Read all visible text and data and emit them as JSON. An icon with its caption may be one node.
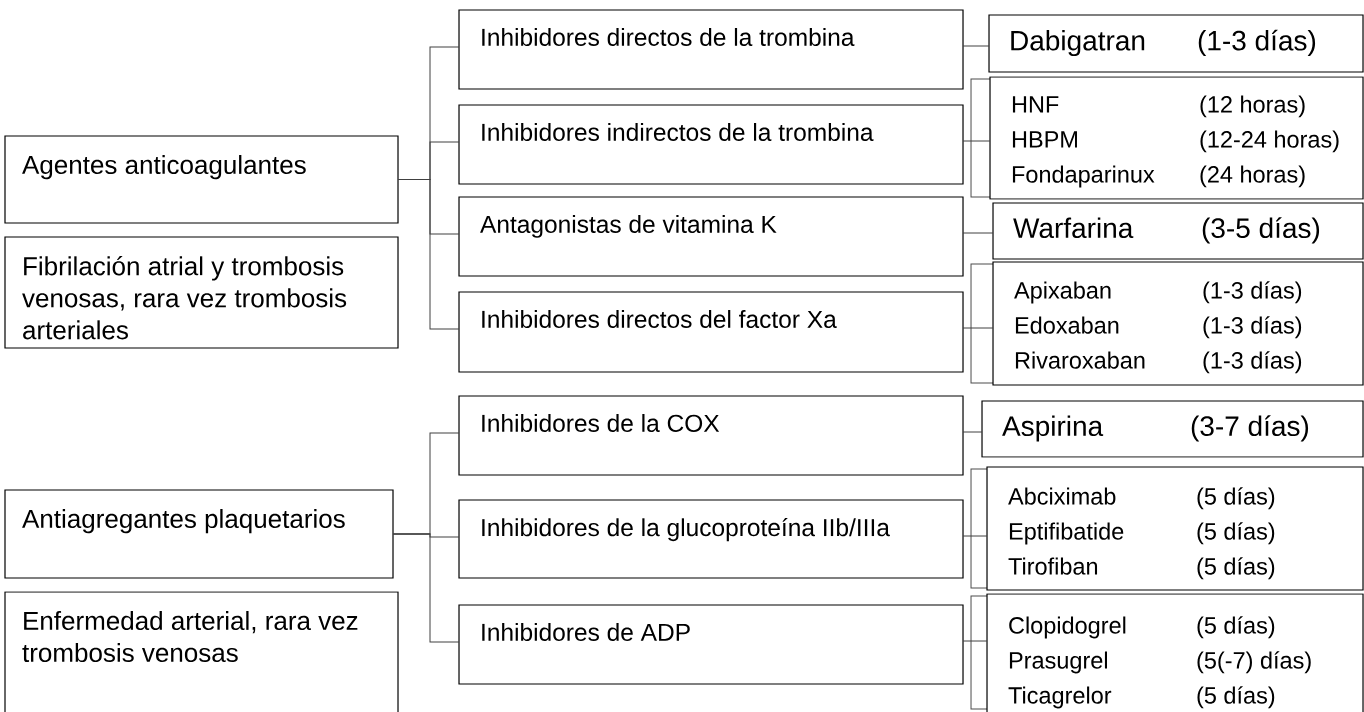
{
  "diagram": {
    "nodes": [
      {
        "text": [
          "Agentes anticoagulantes"
        ]
      },
      {
        "text": [
          "Fibrilación atrial y trombosis venosas, rara vez trombosis arteriales"
        ]
      },
      {
        "text": [
          "Inhibidores directos de la trombina"
        ]
      },
      {
        "text": [
          "Inhibidores indirectos de la trombina"
        ]
      },
      {
        "text": [
          "Antagonistas de vitamina K"
        ]
      },
      {
        "text": [
          "Inhibidores directos del factor Xa"
        ]
      },
      {
        "text": [
          "Dabigatran",
          "(1-3 días)"
        ]
      },
      {
        "text": [
          "HNF",
          "(12 horas)",
          "HBPM",
          "(12-24 horas)",
          "Fondaparinux",
          "(24 horas)"
        ]
      },
      {
        "text": [
          "Warfarina",
          "(3-5 días)"
        ]
      },
      {
        "text": [
          "Apixaban",
          "(1-3 días)",
          "Edoxaban",
          "(1-3 días)",
          "Rivaroxaban",
          "(1-3 días)"
        ]
      },
      {
        "text": [
          "Antiagregantes plaquetarios"
        ]
      },
      {
        "text": [
          "Enfermedad arterial, rara vez trombosis venosas"
        ]
      },
      {
        "text": [
          "Inhibidores de la COX"
        ]
      },
      {
        "text": [
          "Inhibidores de la glucoproteína IIb/IIIa"
        ]
      },
      {
        "text": [
          "Inhibidores de ADP"
        ]
      },
      {
        "text": [
          "Aspirina",
          "(3-7 días)"
        ]
      },
      {
        "text": [
          "Abciximab",
          "(5 días)",
          "Eptifibatide",
          "(5 días)",
          "Tirofiban",
          "(5 días)"
        ]
      },
      {
        "text": [
          "Clopidogrel",
          "(5 días)",
          "Prasugrel",
          "(5(-7) días)",
          "Ticagrelor",
          "(5 días)"
        ]
      }
    ],
    "edges": [
      {
        "from": 0,
        "to": 2,
        "arrow": "none"
      },
      {
        "from": 0,
        "to": 3,
        "arrow": "none"
      },
      {
        "from": 0,
        "to": 4,
        "arrow": "none"
      },
      {
        "from": 0,
        "to": 5,
        "arrow": "none"
      },
      {
        "from": 2,
        "to": 6,
        "arrow": "none"
      },
      {
        "from": 3,
        "to": 7,
        "arrow": "none"
      },
      {
        "from": 4,
        "to": 8,
        "arrow": "none"
      },
      {
        "from": 5,
        "to": 9,
        "arrow": "none"
      },
      {
        "from": 10,
        "to": 12,
        "arrow": "none"
      },
      {
        "from": 10,
        "to": 13,
        "arrow": "none"
      },
      {
        "from": 10,
        "to": 14,
        "arrow": "none"
      },
      {
        "from": 12,
        "to": 15,
        "arrow": "none"
      },
      {
        "from": 13,
        "to": 16,
        "arrow": "none"
      },
      {
        "from": 14,
        "to": 17,
        "arrow": "none"
      }
    ]
  }
}
